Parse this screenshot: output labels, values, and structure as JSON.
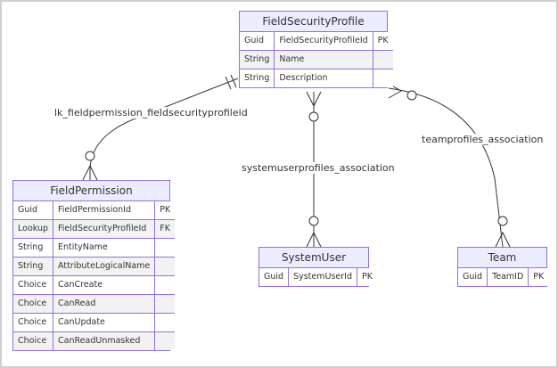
{
  "entities": {
    "fsp": {
      "name": "FieldSecurityProfile",
      "rows": [
        {
          "type": "Guid",
          "name": "FieldSecurityProfileId",
          "key": "PK"
        },
        {
          "type": "String",
          "name": "Name",
          "key": ""
        },
        {
          "type": "String",
          "name": "Description",
          "key": ""
        }
      ]
    },
    "fp": {
      "name": "FieldPermission",
      "rows": [
        {
          "type": "Guid",
          "name": "FieldPermissionId",
          "key": "PK"
        },
        {
          "type": "Lookup",
          "name": "FieldSecurityProfileId",
          "key": "FK"
        },
        {
          "type": "String",
          "name": "EntityName",
          "key": ""
        },
        {
          "type": "String",
          "name": "AttributeLogicalName",
          "key": ""
        },
        {
          "type": "Choice",
          "name": "CanCreate",
          "key": ""
        },
        {
          "type": "Choice",
          "name": "CanRead",
          "key": ""
        },
        {
          "type": "Choice",
          "name": "CanUpdate",
          "key": ""
        },
        {
          "type": "Choice",
          "name": "CanReadUnmasked",
          "key": ""
        }
      ]
    },
    "su": {
      "name": "SystemUser",
      "rows": [
        {
          "type": "Guid",
          "name": "SystemUserId",
          "key": "PK"
        }
      ]
    },
    "team": {
      "name": "Team",
      "rows": [
        {
          "type": "Guid",
          "name": "TeamID",
          "key": "PK"
        }
      ]
    }
  },
  "relationships": {
    "r1": "lk_fieldpermission_fieldsecurityprofileid",
    "r2": "systemuserprofiles_association",
    "r3": "teamprofiles_association"
  }
}
